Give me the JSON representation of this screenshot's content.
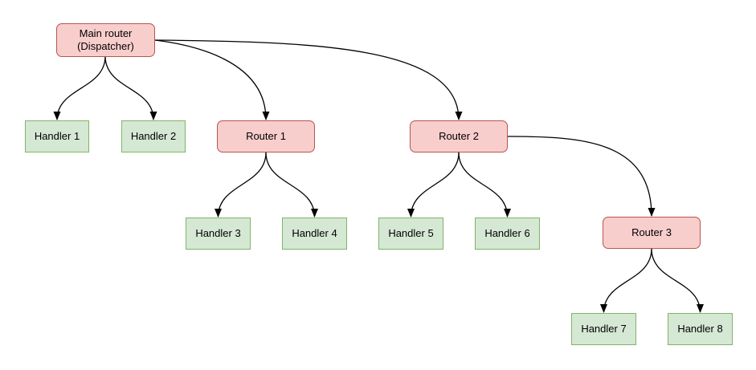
{
  "diagram": {
    "type": "flowchart",
    "background": "#ffffff",
    "colors": {
      "router_fill": "#f8cecc",
      "router_stroke": "#b85450",
      "handler_fill": "#d5e8d4",
      "handler_stroke": "#82b366",
      "edge_stroke": "#000000",
      "text": "#000000"
    },
    "nodes": {
      "main": {
        "kind": "router",
        "line1": "Main router",
        "line2": "(Dispatcher)"
      },
      "router1": {
        "kind": "router",
        "label": "Router 1"
      },
      "router2": {
        "kind": "router",
        "label": "Router 2"
      },
      "router3": {
        "kind": "router",
        "label": "Router 3"
      },
      "handler1": {
        "kind": "handler",
        "label": "Handler 1"
      },
      "handler2": {
        "kind": "handler",
        "label": "Handler 2"
      },
      "handler3": {
        "kind": "handler",
        "label": "Handler 3"
      },
      "handler4": {
        "kind": "handler",
        "label": "Handler 4"
      },
      "handler5": {
        "kind": "handler",
        "label": "Handler 5"
      },
      "handler6": {
        "kind": "handler",
        "label": "Handler 6"
      },
      "handler7": {
        "kind": "handler",
        "label": "Handler 7"
      },
      "handler8": {
        "kind": "handler",
        "label": "Handler 8"
      }
    },
    "edges": [
      {
        "from": "Main router (Dispatcher)",
        "to": "Handler 1"
      },
      {
        "from": "Main router (Dispatcher)",
        "to": "Handler 2"
      },
      {
        "from": "Main router (Dispatcher)",
        "to": "Router 1"
      },
      {
        "from": "Main router (Dispatcher)",
        "to": "Router 2"
      },
      {
        "from": "Router 1",
        "to": "Handler 3"
      },
      {
        "from": "Router 1",
        "to": "Handler 4"
      },
      {
        "from": "Router 2",
        "to": "Handler 5"
      },
      {
        "from": "Router 2",
        "to": "Handler 6"
      },
      {
        "from": "Router 2",
        "to": "Router 3"
      },
      {
        "from": "Router 3",
        "to": "Handler 7"
      },
      {
        "from": "Router 3",
        "to": "Handler 8"
      }
    ]
  }
}
